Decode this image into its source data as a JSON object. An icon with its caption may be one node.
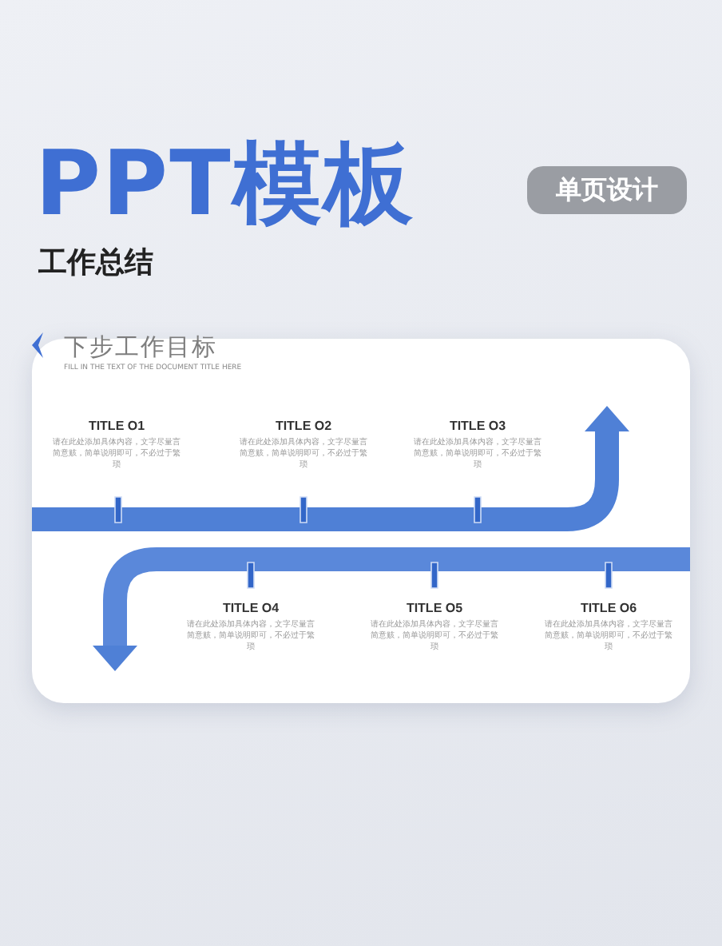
{
  "diagram": {
    "title": "PPT模板",
    "nodes": [
      {
        "text": [
          "单页设计"
        ]
      },
      {
        "text": [
          "下步工作目标",
          "FILL IN THE TEXT OF THE DOCUMENT TITLE HERE"
        ]
      },
      {
        "text": [
          "TITLE O1",
          "请在此处添加具体内容，文字尽量言简意赅，简单说明即可，不必过于繁琐"
        ],
        "in": 1
      },
      {
        "text": [
          "TITLE O2",
          "请在此处添加具体内容，文字尽量言简意赅，简单说明即可，不必过于繁琐"
        ],
        "in": 1
      },
      {
        "text": [
          "TITLE O3",
          "请在此处添加具体内容，文字尽量言简意赅，简单说明即可，不必过于繁琐"
        ],
        "in": 1
      },
      {
        "text": [
          "TITLE O4",
          "请在此处添加具体内容，文字尽量言简意赅，简单说明即可，不必过于繁琐"
        ],
        "in": 1
      },
      {
        "text": [
          "TITLE O5",
          "请在此处添加具体内容，文字尽量言简意赅，简单说明即可，不必过于繁琐"
        ],
        "in": 1
      },
      {
        "text": [
          "TITLE O6",
          "请在此处添加具体内容，文字尽量言简意赅，简单说明即可，不必过于繁琐"
        ],
        "in": 1
      }
    ],
    "labels": [
      "工作总结"
    ]
  }
}
